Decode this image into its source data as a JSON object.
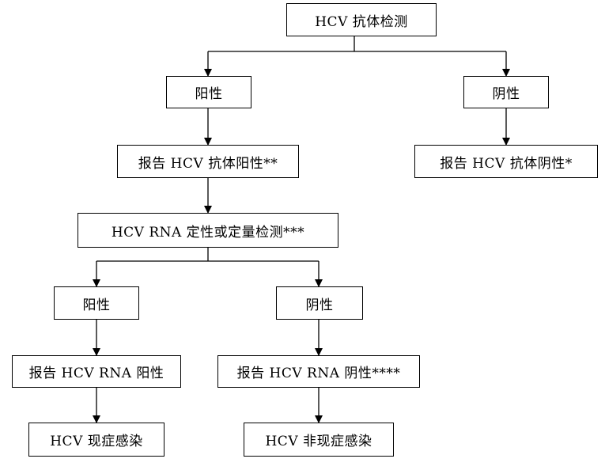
{
  "flowchart": {
    "nodes": {
      "hcv_antibody_test": "HCV 抗体检测",
      "antibody_positive": "阳性",
      "antibody_negative": "阴性",
      "report_antibody_positive": "报告 HCV 抗体阳性**",
      "report_antibody_negative": "报告 HCV 抗体阴性*",
      "rna_test": "HCV RNA 定性或定量检测***",
      "rna_positive": "阳性",
      "rna_negative": "阴性",
      "report_rna_positive": "报告 HCV RNA 阳性",
      "report_rna_negative": "报告 HCV RNA 阴性****",
      "current_infection": "HCV 现症感染",
      "no_current_infection": "HCV 非现症感染"
    }
  }
}
